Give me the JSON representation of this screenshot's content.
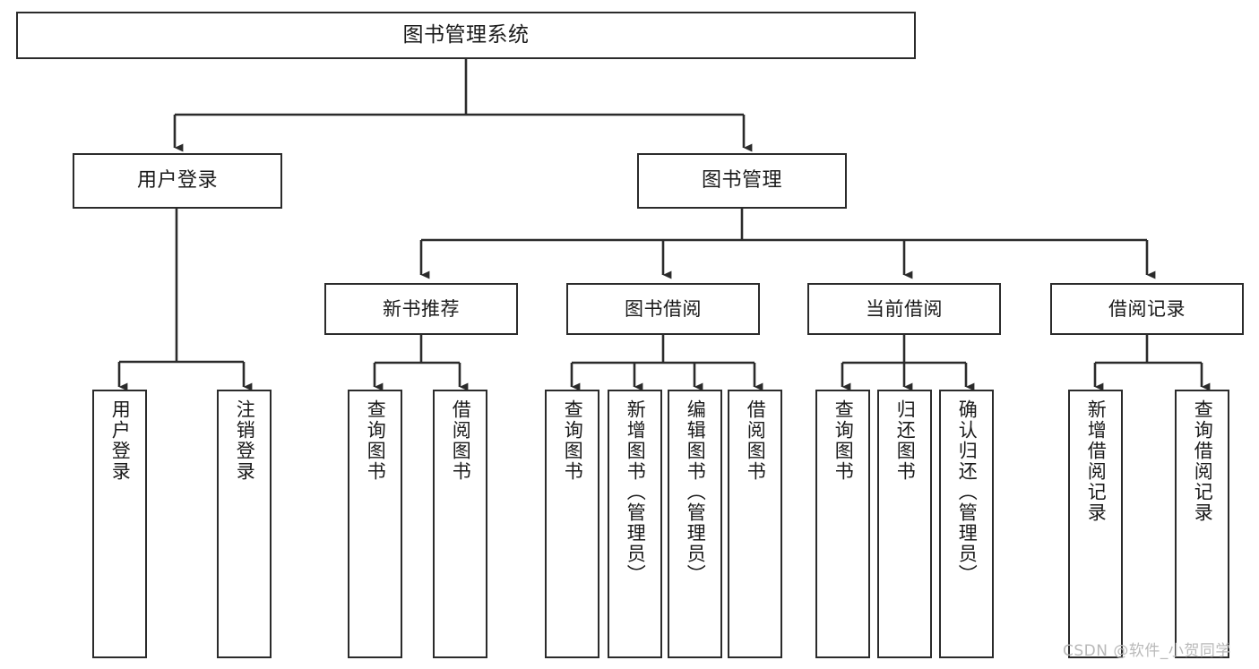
{
  "diagram": {
    "title": "图书管理系统",
    "type": "tree",
    "orientation": "top-down",
    "colors": {
      "box_border": "#2b2b2b",
      "box_fill": "#ffffff",
      "edge": "#2b2b2b",
      "text": "#1a1a1a",
      "background": "#ffffff",
      "watermark": "#b9b9b9"
    },
    "root": {
      "label": "图书管理系统"
    },
    "level2": [
      {
        "label": "用户登录"
      },
      {
        "label": "图书管理"
      }
    ],
    "level3": [
      {
        "label": "新书推荐"
      },
      {
        "label": "图书借阅"
      },
      {
        "label": "当前借阅"
      },
      {
        "label": "借阅记录"
      }
    ],
    "leaves": {
      "user_login": [
        {
          "label": "用户登录"
        },
        {
          "label": "注销登录"
        }
      ],
      "new_book_recommend": [
        {
          "label": "查询图书"
        },
        {
          "label": "借阅图书"
        }
      ],
      "book_borrow": [
        {
          "label": "查询图书"
        },
        {
          "label": "新增图书（管理员）"
        },
        {
          "label": "编辑图书（管理员）"
        },
        {
          "label": "借阅图书"
        }
      ],
      "current_borrow": [
        {
          "label": "查询图书"
        },
        {
          "label": "归还图书"
        },
        {
          "label": "确认归还（管理员）"
        }
      ],
      "borrow_record": [
        {
          "label": "新增借阅记录"
        },
        {
          "label": "查询借阅记录"
        }
      ]
    }
  },
  "watermark": {
    "text": "CSDN @软件_小贺同学"
  }
}
